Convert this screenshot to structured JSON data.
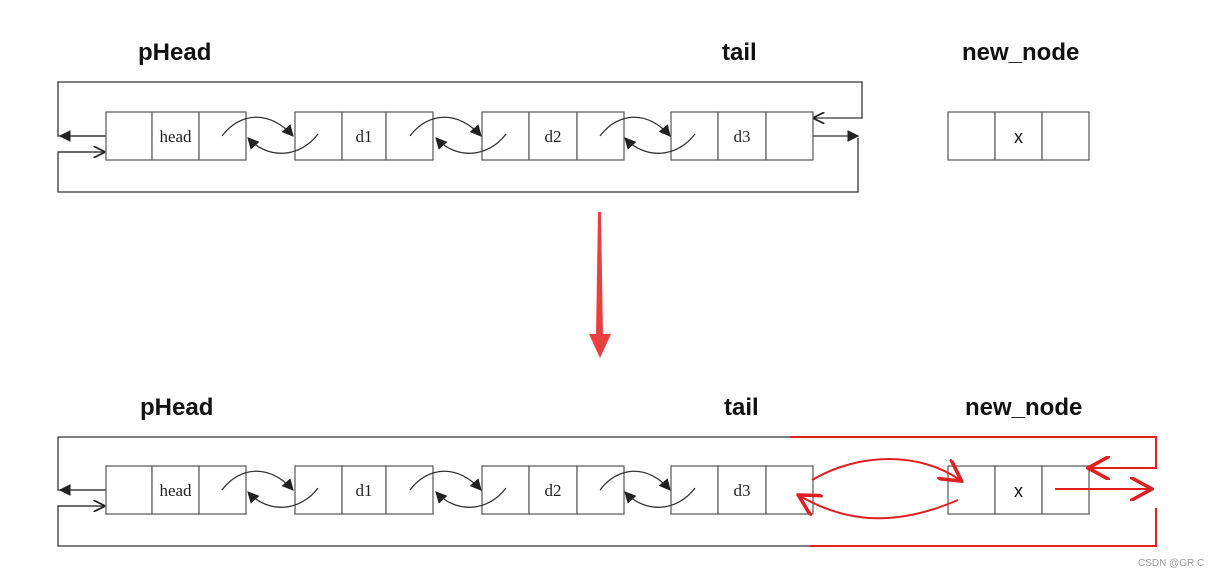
{
  "labels": {
    "top_phead": "pHead",
    "top_tail": "tail",
    "top_new_node": "new_node",
    "bottom_phead": "pHead",
    "bottom_tail": "tail",
    "bottom_new_node": "new_node"
  },
  "nodes": {
    "head": "head",
    "d1": "d1",
    "d2": "d2",
    "d3": "d3",
    "new": "x"
  },
  "colors": {
    "accent_red": "#e02020",
    "line": "#333333"
  },
  "watermark": "CSDN @GR C"
}
